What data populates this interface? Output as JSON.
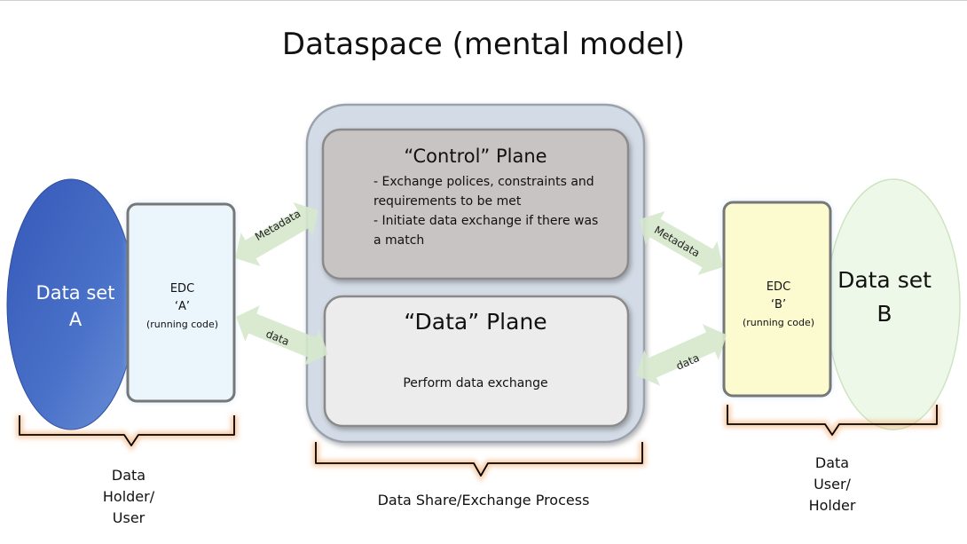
{
  "title": "Dataspace (mental model)",
  "dataset_a": {
    "line1": "Data set",
    "line2": "A"
  },
  "dataset_b": {
    "line1": "Data set",
    "line2": "B"
  },
  "edc_a": {
    "line1": "EDC",
    "line2": "‘A’",
    "line3": "(running code)"
  },
  "edc_b": {
    "line1": "EDC",
    "line2": "‘B’",
    "line3": "(running code)"
  },
  "control_plane": {
    "title": "“Control” Plane",
    "bullets": [
      "- Exchange polices, constraints and",
      "requirements to be met",
      "- Initiate data exchange if there was",
      "a match"
    ]
  },
  "data_plane": {
    "title": "“Data” Plane",
    "description": "Perform data exchange"
  },
  "arrows": {
    "left_metadata": "Metadata",
    "left_data": "data",
    "right_metadata": "Metadata",
    "right_data": "data"
  },
  "labels": {
    "holder_a": [
      "Data",
      "Holder/",
      "User"
    ],
    "process": "Data Share/Exchange Process",
    "user_b": [
      "Data",
      "User/",
      "Holder"
    ]
  },
  "colors": {
    "dataset_a": "#4a72c9",
    "dataset_b": "#eef8e8",
    "edc_a": "#eaf5fc",
    "edc_b": "#fbfbcf",
    "control_plane": "#c8c4c3",
    "data_plane": "#ececec",
    "container": "#d3dbe6",
    "arrow": "#d6e8cc",
    "brace": "#000000",
    "glow": "#f3a35f"
  }
}
